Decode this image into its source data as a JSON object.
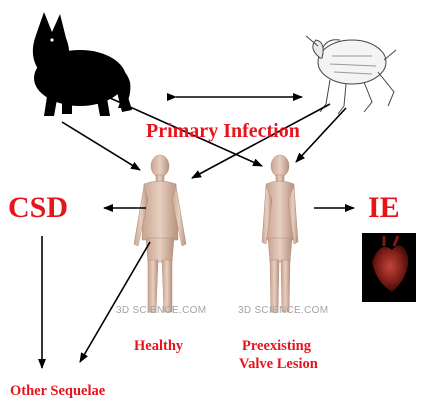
{
  "labels": {
    "primary_infection": "Primary Infection",
    "csd": "CSD",
    "ie": "IE",
    "healthy": "Healthy",
    "preexisting_line1": "Preexisting",
    "preexisting_line2": "Valve Lesion",
    "other_sequelae": "Other Sequelae"
  },
  "watermarks": {
    "left": "3D SCIENCE.COM",
    "right": "3D SCIENCE.COM"
  },
  "icons": {
    "cat": "black-cat-icon",
    "flea": "flea-icon",
    "human_healthy": "human-figure-icon",
    "human_lesion": "human-figure-icon",
    "heart": "heart-icon"
  },
  "colors": {
    "label_red": "#e8141c",
    "arrow": "#000000"
  }
}
